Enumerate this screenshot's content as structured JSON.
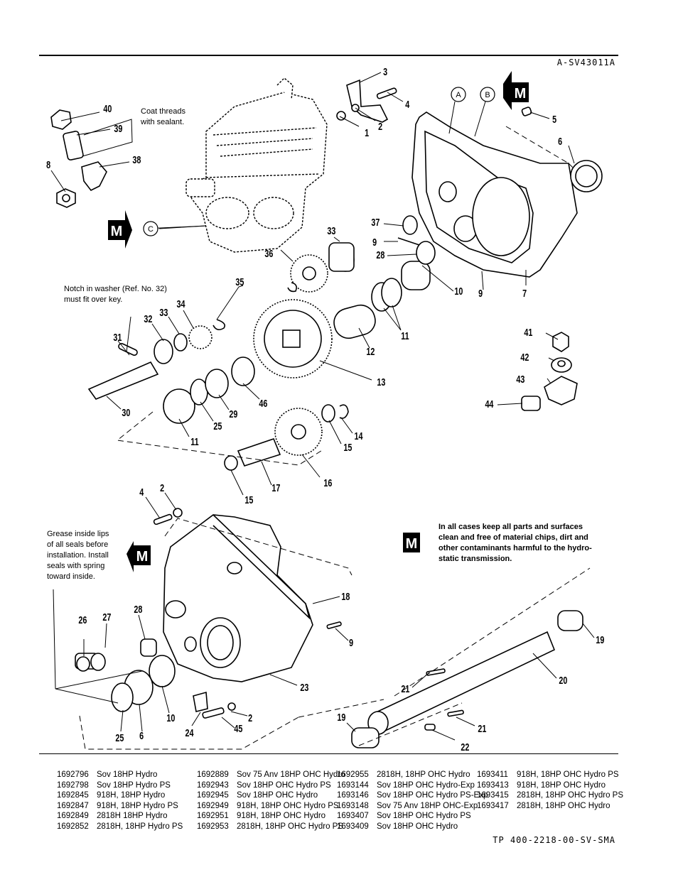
{
  "header": {
    "reference_code": "A-SV43011A"
  },
  "footer": {
    "document_code": "TP 400-2218-00-SV-SMA"
  },
  "markers": {
    "m": "M",
    "a": "A",
    "b": "B",
    "c": "C"
  },
  "notes": {
    "coat_threads": [
      "Coat threads",
      "with sealant."
    ],
    "notch_washer": [
      "Notch in washer (Ref. No. 32)",
      "must fit over key."
    ],
    "grease_seals": [
      "Grease inside lips",
      "of all seals before",
      "installation. Install",
      "seals with spring",
      "toward inside."
    ],
    "clean_parts": [
      "In all cases keep all parts and surfaces",
      "clean and free of material chips, dirt and",
      "other contaminants harmful to the hydro-",
      "static transmission."
    ]
  },
  "callouts": {
    "c1": "1",
    "c2a": "2",
    "c3": "3",
    "c4a": "4",
    "c5": "5",
    "c6a": "6",
    "c7": "7",
    "c8": "8",
    "c9a": "9",
    "c9b": "9",
    "c10a": "10",
    "c11a": "11",
    "c12": "12",
    "c13": "13",
    "c14": "14",
    "c15a": "15",
    "c16": "16",
    "c17": "17",
    "c15b": "15",
    "c11b": "11",
    "c25a": "25",
    "c29": "29",
    "c46": "46",
    "c30": "30",
    "c31": "31",
    "c32": "32",
    "c33a": "33",
    "c34": "34",
    "c35": "35",
    "c36": "36",
    "c33b": "33",
    "c37": "37",
    "c28a": "28",
    "c38": "38",
    "c39": "39",
    "c40": "40",
    "c41": "41",
    "c42": "42",
    "c43": "43",
    "c44": "44",
    "c4b": "4",
    "c2b": "2",
    "c18": "18",
    "c9c": "9",
    "c26": "26",
    "c27": "27",
    "c28b": "28",
    "c23": "23",
    "c24": "24",
    "c45": "45",
    "c2c": "2",
    "c25b": "25",
    "c6b": "6",
    "c10b": "10",
    "c19a": "19",
    "c20": "20",
    "c21a": "21",
    "c21b": "21",
    "c19b": "19",
    "c22": "22"
  },
  "models": [
    [
      [
        "1692796",
        "Sov 18HP Hydro"
      ],
      [
        "1692798",
        "Sov 18HP Hydro PS"
      ],
      [
        "1692845",
        "918H, 18HP Hydro"
      ],
      [
        "1692847",
        "918H, 18HP Hydro PS"
      ],
      [
        "1692849",
        "2818H 18HP Hydro"
      ],
      [
        "1692852",
        "2818H, 18HP Hydro PS"
      ]
    ],
    [
      [
        "1692889",
        "Sov 75 Anv 18HP OHC Hydro"
      ],
      [
        "1692943",
        "Sov 18HP OHC Hydro PS"
      ],
      [
        "1692945",
        "Sov 18HP OHC Hydro"
      ],
      [
        "1692949",
        "918H, 18HP OHC Hydro PS"
      ],
      [
        "1692951",
        "918H, 18HP OHC Hydro"
      ],
      [
        "1692953",
        "2818H, 18HP OHC Hydro PS"
      ]
    ],
    [
      [
        "1692955",
        "2818H, 18HP OHC Hydro"
      ],
      [
        "1693144",
        "Sov 18HP OHC Hydro-Exp"
      ],
      [
        "1693146",
        "Sov 18HP OHC Hydro PS-Exp"
      ],
      [
        "1693148",
        "Sov 75 Anv 18HP OHC-Exp"
      ],
      [
        "1693407",
        "Sov 18HP OHC Hydro PS"
      ],
      [
        "1693409",
        "Sov 18HP OHC Hydro"
      ]
    ],
    [
      [
        "1693411",
        "918H, 18HP OHC Hydro PS"
      ],
      [
        "1693413",
        "918H, 18HP OHC Hydro"
      ],
      [
        "1693415",
        "2818H, 18HP OHC Hydro PS"
      ],
      [
        "1693417",
        "2818H, 18HP OHC Hydro"
      ]
    ]
  ]
}
